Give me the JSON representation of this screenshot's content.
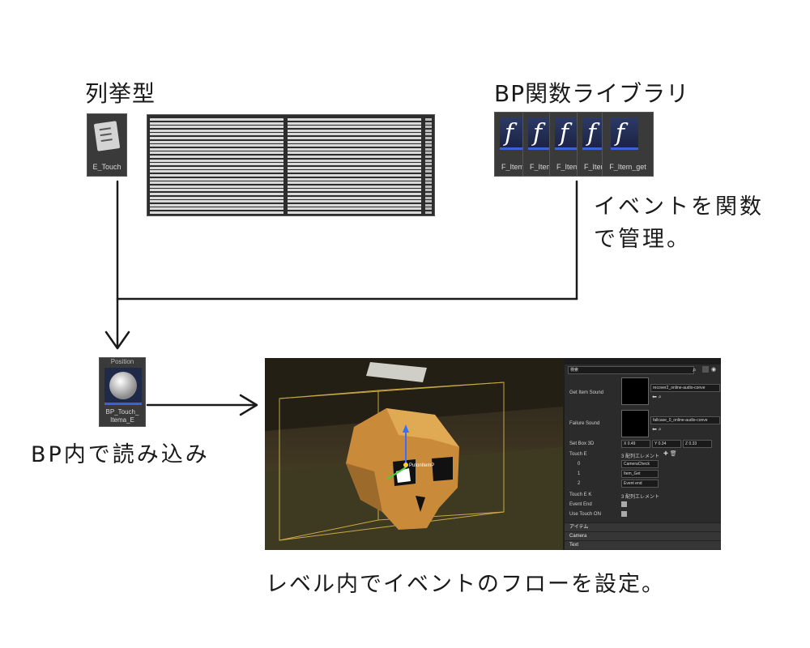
{
  "labels": {
    "enum_heading": "列挙型",
    "bp_library_heading": "BP関数ライブラリ",
    "event_note_line1": "イベントを関数",
    "event_note_line2": "で管理。",
    "bp_load_note": "BP内で読み込み",
    "level_note": "レベル内でイベントのフローを設定。"
  },
  "assets": {
    "enum_asset": "E_Touch",
    "bp_asset_line1": "BP_Touch_",
    "bp_asset_line2": "Itema_E",
    "bp_asset_top": "Position",
    "functions": [
      "F_Item",
      "F_Item",
      "F_Item",
      "F_Item",
      "F_Item_get"
    ],
    "func_glyph": "f"
  },
  "screenshot": {
    "viewport_label": "PutonItemP",
    "search_placeholder": "検索",
    "get_item_sound_label": "Get Item Sound",
    "get_item_sound_value": "recover2_online-audio-conve",
    "failure_sound_label": "Failure Sound",
    "failure_sound_value": "fallcase_0_online-audio-conve",
    "set_box_label": "Set Box 3D",
    "set_box_x": "X 0.49",
    "set_box_y": "Y 0.34",
    "set_box_z": "Z 0.33",
    "touch_e_label": "Touch E",
    "touch_e_count": "3 配列エレメント",
    "idx0": "0",
    "idx0_value": "CameraCheck",
    "idx1": "1",
    "idx1_value": "Item_Get",
    "idx2": "2",
    "idx2_value": "Event end",
    "touch_ek_label": "Touch E K",
    "touch_ek_count": "3 配列エレメント",
    "event_end_label": "Event End",
    "use_touch_label": "Use Touch ON",
    "section_item": "アイテム",
    "section_camera": "Camera",
    "section_text": "Text"
  }
}
